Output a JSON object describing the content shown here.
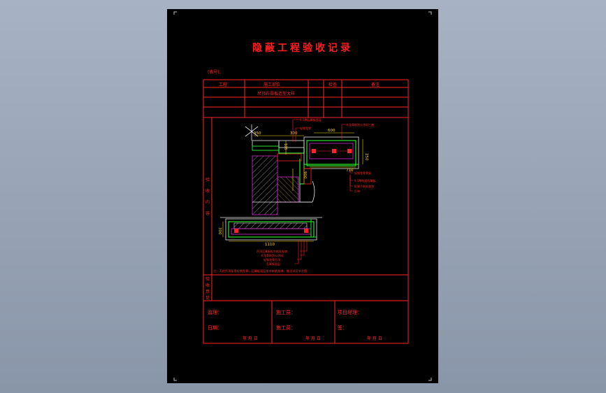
{
  "sheet": {
    "title": "隐蔽工程验收记录",
    "subtitle": "(表号):",
    "table_header": [
      "工程",
      "施工部位",
      "",
      "检查",
      "备注"
    ],
    "row1_item": "吊顶石膏板造型大样",
    "left_label_chars": [
      "验",
      "收",
      "内",
      "容"
    ],
    "lower_label_chars": [
      "验",
      "收",
      "意",
      "见"
    ],
    "signature_cells": [
      {
        "top": "监理：",
        "bottom": "日期：",
        "date": "年 月 日"
      },
      {
        "top": "施工员：",
        "bottom": "施工员：",
        "date": "年 月 日"
      },
      {
        "top": "项目经理：",
        "bottom": "签：",
        "date": "年 月 日"
      }
    ],
    "footer_note": "注：天花吊顶采用轻钢龙骨，石膏板面层批灰刷乳胶漆，做法详见节点图"
  },
  "dimensions": {
    "d350": "350",
    "d300": "300",
    "d600": "600",
    "d250": "250",
    "d710": "710",
    "d900": "900",
    "d300b": "300",
    "d1110": "1110",
    "d105": "105"
  },
  "callouts": {
    "top_a": "9.5厚石膏板面层",
    "top_b": "轻钢龙骨",
    "top_right": "木龙骨刷防火涂料三遍",
    "right_1": "轻钢龙骨骨架",
    "right_2": "9.5厚纸面石膏板",
    "right_3": "批腻子刷乳胶漆",
    "right_4": "灯带",
    "bottom_1": "吊顶石膏板批灰刷乳胶漆",
    "bottom_2": "木龙骨刷防火涂料",
    "bottom_3": "轻钢龙骨吊顶",
    "bottom_4": "石膏板面层"
  },
  "colors": {
    "line_red": "#ff2323",
    "line_green": "#28e028",
    "line_magenta": "#d628d6",
    "line_white": "#e6e6e6",
    "dim_yellow": "#ffd800"
  }
}
